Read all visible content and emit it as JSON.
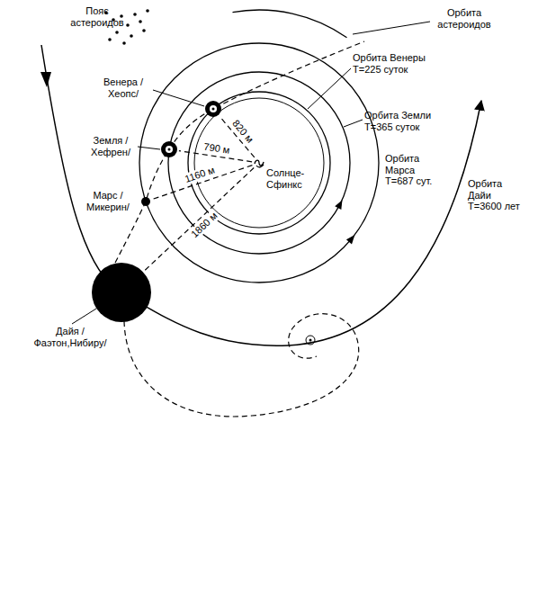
{
  "diagram": {
    "nodes": [
      {
        "text": [
          "Венера /Хеопс/"
        ]
      },
      {
        "text": [
          "Земля /Хефрен/"
        ]
      },
      {
        "text": [
          "Солнце-Сфинкс"
        ]
      },
      {
        "text": [
          "Марс /Микерин/"
        ]
      },
      {
        "text": [
          "Дайя /Фаэтон,Нибиру/"
        ]
      }
    ],
    "edges": [
      {
        "from": 2,
        "to": 0,
        "arrow": "none",
        "label": "820 м"
      },
      {
        "from": 2,
        "to": 1,
        "arrow": "none",
        "label": "790 м"
      },
      {
        "from": 2,
        "to": 3,
        "arrow": "none",
        "label": "1160 м"
      },
      {
        "from": 2,
        "to": 4,
        "arrow": "none",
        "label": "1860 м"
      }
    ],
    "labels": [
      "Пояс астероидов",
      "Орбита астероидов",
      "Орбита Венеры T=225 суток",
      "Орбита Земли T=365 суток",
      "Орбита Марса T=687 сут.",
      "Орбита Дайи T=3600 лет"
    ]
  }
}
